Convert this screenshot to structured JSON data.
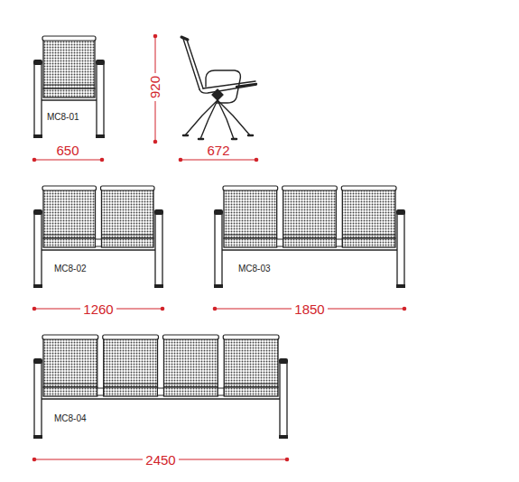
{
  "diagram": {
    "labels": [
      "MC8-01",
      "920",
      "650",
      "672",
      "MC8-02",
      "1260",
      "MC8-03",
      "1850",
      "MC8-04",
      "2450"
    ]
  }
}
